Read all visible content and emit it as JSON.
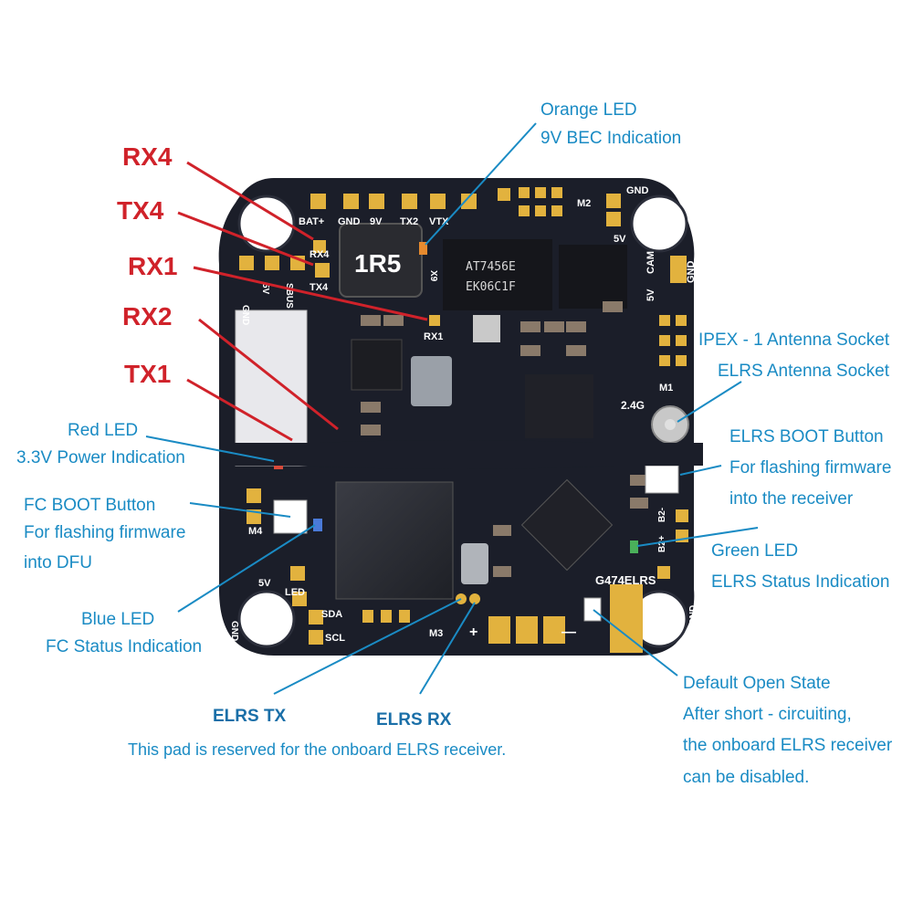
{
  "board": {
    "silkscreen": {
      "bat": "BAT+",
      "gnd_top": "GND",
      "v9": "9V",
      "tx2": "TX2",
      "vtx": "VTX",
      "rx4": "RX4",
      "tx4": "TX4",
      "gnd_left": "GND",
      "v5_left": "5V",
      "sbus": "SBUS",
      "inductor": "1R5",
      "chip_main1": "AT7456E",
      "chip_main2": "EK06C1F",
      "x9": "X9",
      "rx1": "RX1",
      "m2": "M2",
      "gnd_tr": "GND",
      "v5_tr": "5V",
      "cam": "CAM",
      "v5_cam": "5V",
      "gnd_r": "GND",
      "m1": "M1",
      "g24": "2.4G",
      "b2m": "B2-",
      "b2p": "B2+",
      "g474": "G474ELRS",
      "gnd_br": "GND",
      "m4": "M4",
      "v5_bl": "5V",
      "led": "LED",
      "sda": "SDA",
      "scl": "SCL",
      "gnd_bl": "GND",
      "m3": "M3",
      "plus": "+",
      "minus": "—"
    }
  },
  "labels": {
    "rx4": "RX4",
    "tx4": "TX4",
    "rx1": "RX1",
    "rx2": "RX2",
    "tx1": "TX1",
    "orange_led_1": "Orange LED",
    "orange_led_2": "9V BEC Indication",
    "ipex_1": "IPEX - 1 Antenna Socket",
    "ipex_2": "ELRS Antenna Socket",
    "elrs_boot_1": "ELRS BOOT Button",
    "elrs_boot_2": "For flashing firmware",
    "elrs_boot_3": "into the receiver",
    "red_led_1": "Red LED",
    "red_led_2": "3.3V Power Indication",
    "fc_boot_1": "FC BOOT Button",
    "fc_boot_2": "For flashing firmware",
    "fc_boot_3": "into DFU",
    "green_led_1": "Green LED",
    "green_led_2": "ELRS Status Indication",
    "blue_led_1": "Blue LED",
    "blue_led_2": "FC Status Indication",
    "elrs_tx": "ELRS TX",
    "elrs_rx": "ELRS RX",
    "pad_note": "This pad is reserved for the onboard ELRS receiver.",
    "default_1": "Default Open State",
    "default_2": "After short - circuiting,",
    "default_3": "the onboard ELRS receiver",
    "default_4": "can be disabled."
  },
  "colors": {
    "label_blue": "#1a8bc4",
    "label_red": "#d0222a",
    "board": "#1b1e29",
    "pad_gold": "#e2b23e"
  }
}
